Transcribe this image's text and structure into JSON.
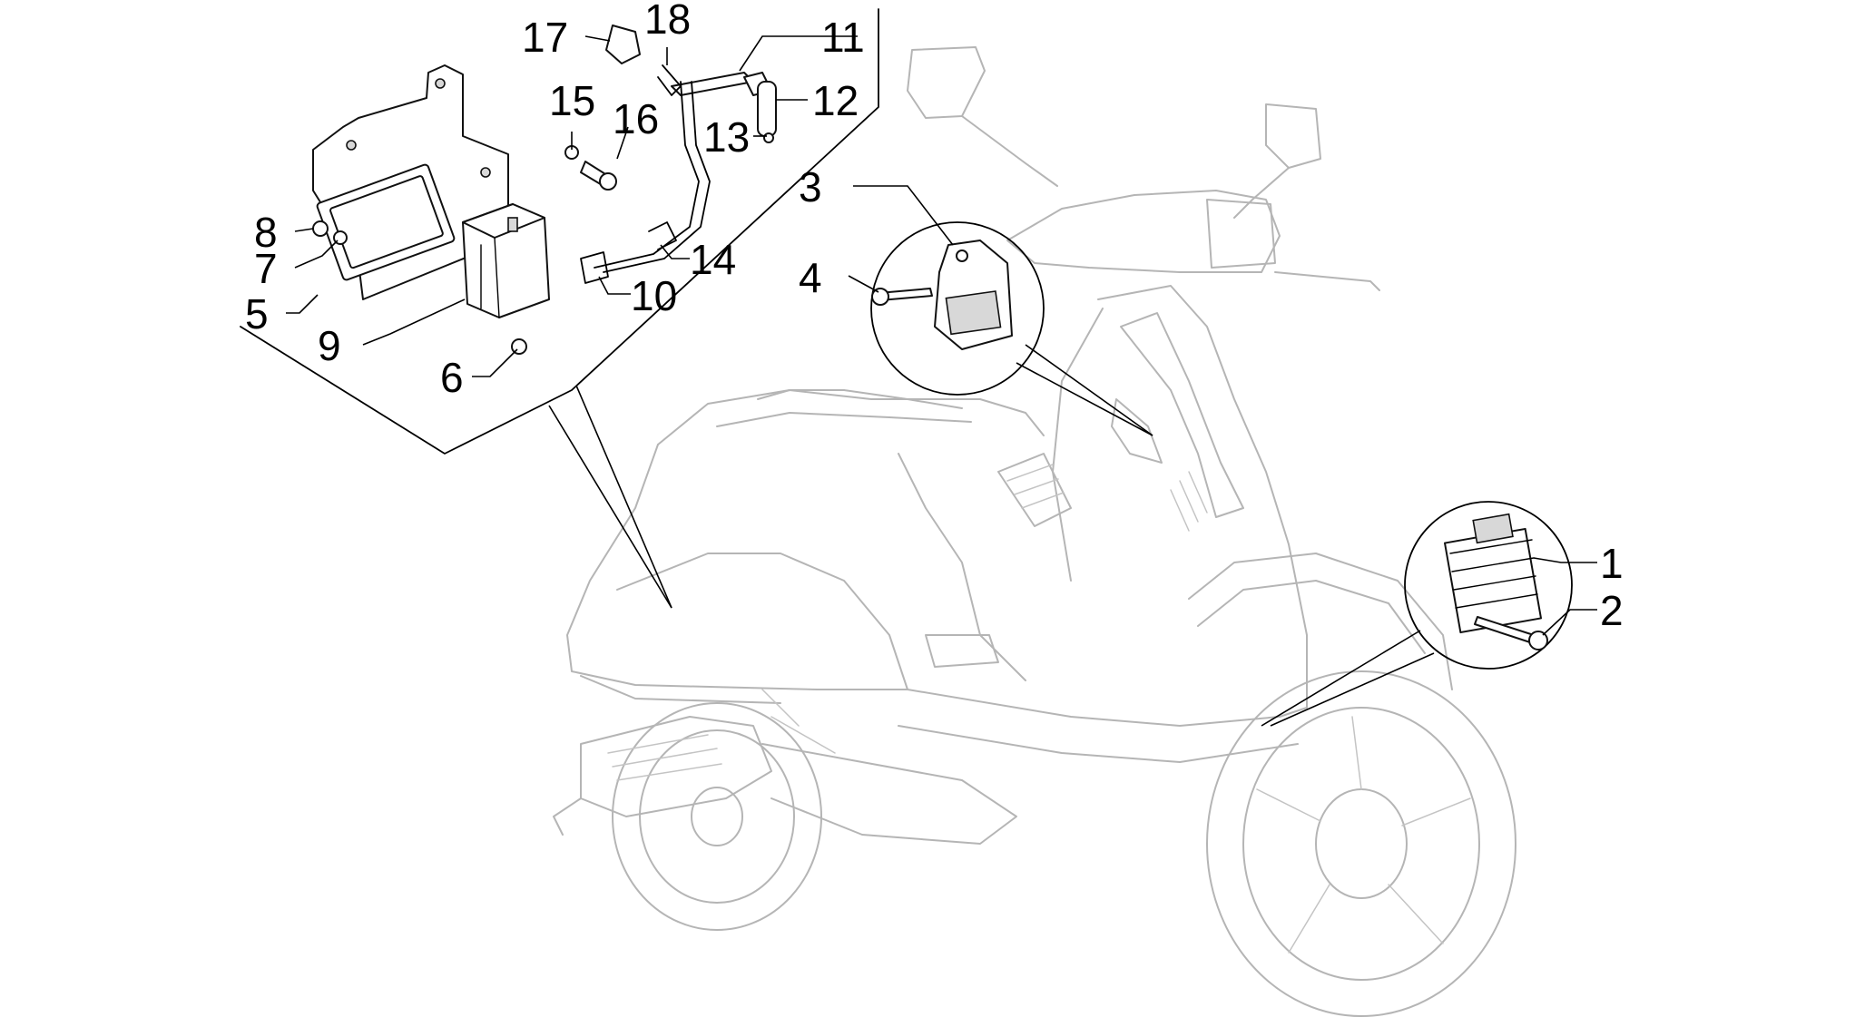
{
  "diagram": {
    "callouts": [
      {
        "id": "1",
        "label": "1"
      },
      {
        "id": "2",
        "label": "2"
      },
      {
        "id": "3",
        "label": "3"
      },
      {
        "id": "4",
        "label": "4"
      },
      {
        "id": "5",
        "label": "5"
      },
      {
        "id": "6",
        "label": "6"
      },
      {
        "id": "7",
        "label": "7"
      },
      {
        "id": "8",
        "label": "8"
      },
      {
        "id": "9",
        "label": "9"
      },
      {
        "id": "10",
        "label": "10"
      },
      {
        "id": "11",
        "label": "11"
      },
      {
        "id": "12",
        "label": "12"
      },
      {
        "id": "13",
        "label": "13"
      },
      {
        "id": "14",
        "label": "14"
      },
      {
        "id": "15",
        "label": "15"
      },
      {
        "id": "16",
        "label": "16"
      },
      {
        "id": "17",
        "label": "17"
      },
      {
        "id": "18",
        "label": "18"
      }
    ],
    "colors": {
      "ink": "#000000",
      "ghost": "#b5b5b5",
      "background": "#ffffff"
    }
  }
}
